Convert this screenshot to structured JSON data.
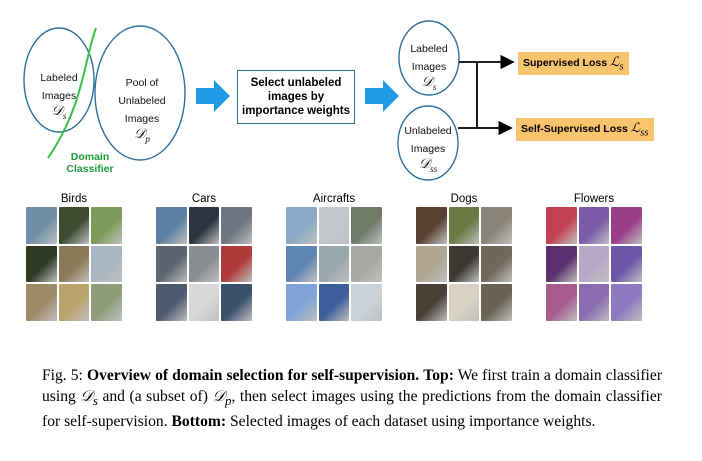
{
  "diagram": {
    "labeled_set": {
      "label": "Labeled Images",
      "math": "𝒟",
      "sub": "s"
    },
    "pool_set": {
      "label": "Pool of Unlabeled Images",
      "math": "𝒟",
      "sub": "p"
    },
    "domain_classifier": "Domain Classifier",
    "select_step": "Select unlabeled images by importance weights",
    "out_labeled": {
      "label": "Labeled Images",
      "math": "𝒟",
      "sub": "s"
    },
    "out_unlabeled": {
      "label": "Unlabeled Images",
      "math": "𝒟",
      "sub": "ss"
    },
    "supervised_loss": {
      "label": "Supervised Loss",
      "math": "ℒ",
      "sub": "s"
    },
    "selfsup_loss": {
      "label": "Self-Supervised Loss",
      "math": "ℒ",
      "sub": "ss"
    }
  },
  "datasets": [
    {
      "name": "Birds",
      "colors": [
        "#6f8fa6",
        "#3c4a2e",
        "#7d9b5a",
        "#2f3a24",
        "#8a7a55",
        "#a9b7c4",
        "#9e8a64",
        "#b9a36a",
        "#8e9c7a"
      ]
    },
    {
      "name": "Cars",
      "colors": [
        "#5b7fa0",
        "#2b3442",
        "#6c7580",
        "#5c6470",
        "#8a8d92",
        "#b03a3a",
        "#4c5b6e",
        "#d7d8da",
        "#3a4f6a"
      ]
    },
    {
      "name": "Aircrafts",
      "colors": [
        "#8aa9c7",
        "#c2c7cc",
        "#6d7b68",
        "#5f85b5",
        "#9aa6ae",
        "#a6a9a3",
        "#7ea3d4",
        "#3d5f9c",
        "#c9d2d9"
      ]
    },
    {
      "name": "Dogs",
      "colors": [
        "#5a4030",
        "#6b7a45",
        "#8b8478",
        "#b0a58e",
        "#3e3a33",
        "#6f675a",
        "#4a4036",
        "#d9d2c4",
        "#6a6353"
      ]
    },
    {
      "name": "Flowers",
      "colors": [
        "#c2404f",
        "#7a5aa8",
        "#9c3f8a",
        "#5a2f6e",
        "#b9a7c9",
        "#6d57a8",
        "#a65c8c",
        "#8c6bb0",
        "#8d7ac0"
      ]
    }
  ],
  "caption": {
    "fig": "Fig. 5:",
    "title": "Overview of domain selection for self-supervision.",
    "top_label": "Top:",
    "top_1": "We first train a domain classifier using",
    "and": "and (a subset of)",
    "top_2": ", then select images using the predictions from the domain classifier for self-supervision.",
    "bottom_label": "Bottom:",
    "bottom_text": "Selected images of each dataset using importance weights."
  }
}
